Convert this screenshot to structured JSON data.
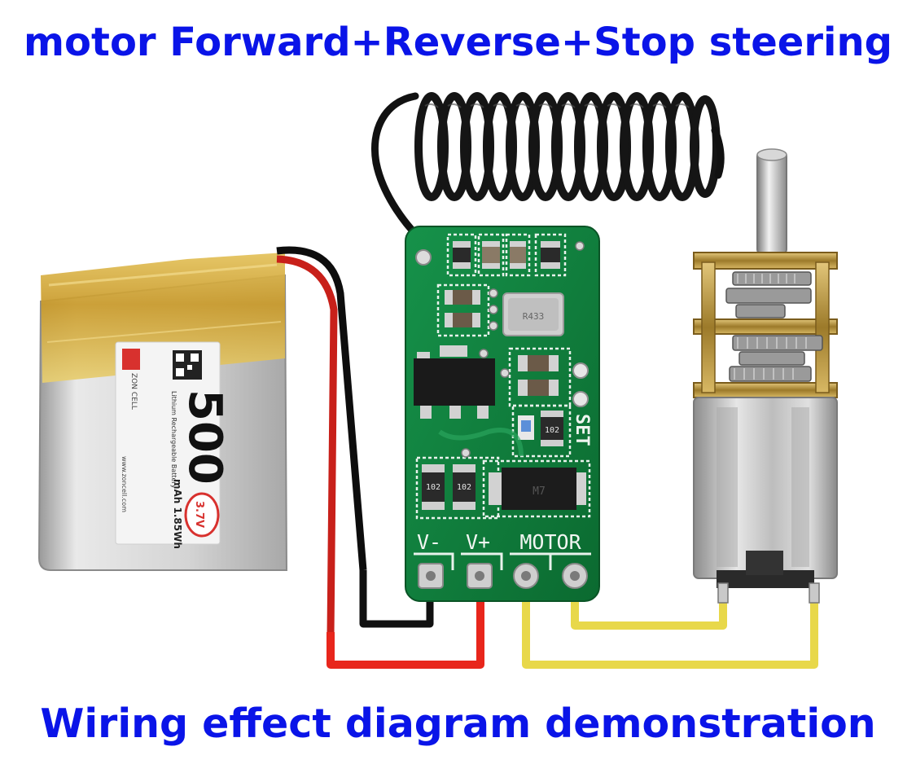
{
  "titles": {
    "top": "motor Forward+Reverse+Stop steering",
    "bottom": "Wiring effect diagram demonstration"
  },
  "battery": {
    "capacity": "500",
    "unit": "mAh 1.85Wh",
    "voltage": "3.7V",
    "product": "Lithium Rechargeable Battery",
    "brand": "ZON CELL",
    "website": "www.zoncell.com"
  },
  "board": {
    "pin_labels": [
      "V-",
      "V+",
      "MOTOR"
    ],
    "set_label": "SET",
    "resistor_codes": [
      "102",
      "102",
      "102"
    ],
    "diode_mark": "M7",
    "crystal_mark": "R433"
  },
  "colors": {
    "title": "#0a14e8",
    "wire_red": "#e8261c",
    "wire_black": "#111111",
    "wire_yellow": "#e8d84a",
    "pcb_green": "#0f7a3a",
    "battery_foil": "#d9b23a",
    "motor_silver": "#c9c9c9",
    "gear_brass": "#b8953d"
  }
}
